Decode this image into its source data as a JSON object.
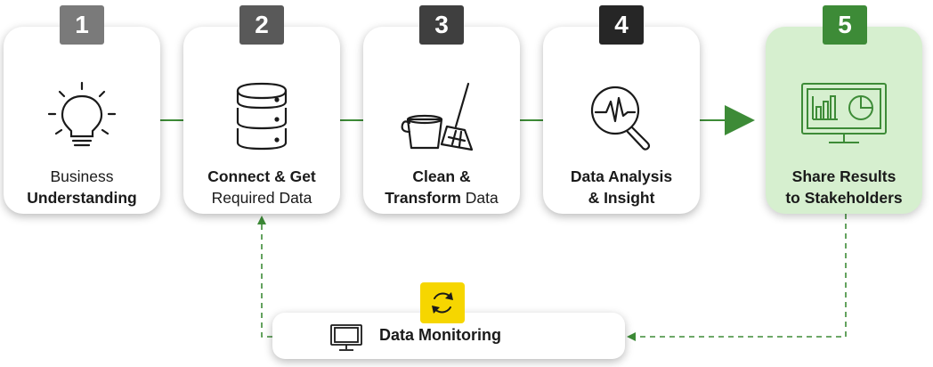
{
  "steps": [
    {
      "number": "1",
      "label_a": "Business",
      "label_b": "Understanding",
      "icon": "lightbulb-icon",
      "badge_color": "#7a7a7a"
    },
    {
      "number": "2",
      "label_a": "Connect & Get",
      "label_b": "Required Data",
      "icon": "database-icon",
      "badge_color": "#595959"
    },
    {
      "number": "3",
      "label_a": "Clean &",
      "label_b_bold": "Transform",
      "label_b_rest": " Data",
      "icon": "bucket-broom-icon",
      "badge_color": "#3f3f3f"
    },
    {
      "number": "4",
      "label_a": "Data Analysis",
      "label_b": "& Insight",
      "icon": "magnifier-pulse-icon",
      "badge_color": "#262626"
    },
    {
      "number": "5",
      "label_a": "Share Results",
      "label_b": "to Stakeholders",
      "icon": "dashboard-monitor-icon",
      "badge_color": "#3d8b37"
    }
  ],
  "monitoring": {
    "label": "Data Monitoring",
    "icon": "monitor-icon",
    "badge_icon": "refresh-icon"
  },
  "colors": {
    "connector": "#3d8b37",
    "highlight_bg": "#d6efcf",
    "refresh_badge": "#f6d600"
  }
}
